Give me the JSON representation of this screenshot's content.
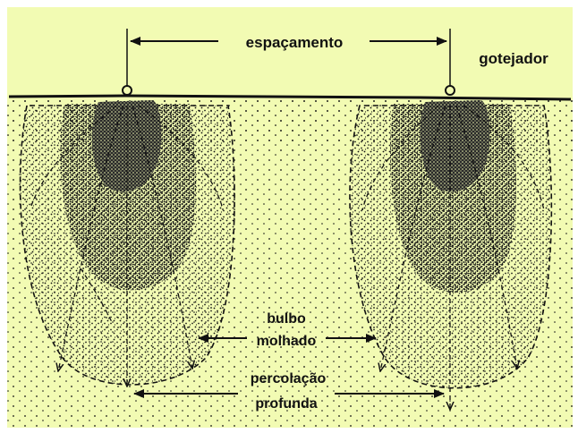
{
  "colors": {
    "background": "#f2fbb3",
    "soil": "#111111",
    "frame": "#ffffff"
  },
  "labels": {
    "spacing": "espaçamento",
    "emitter": "gotejador",
    "wet_bulb_line1": "bulbo",
    "wet_bulb_line2": "molhado",
    "deep_percolation_line1": "percolação",
    "deep_percolation_line2": "profunda"
  },
  "emitters": [
    {
      "name": "left"
    },
    {
      "name": "right"
    }
  ]
}
